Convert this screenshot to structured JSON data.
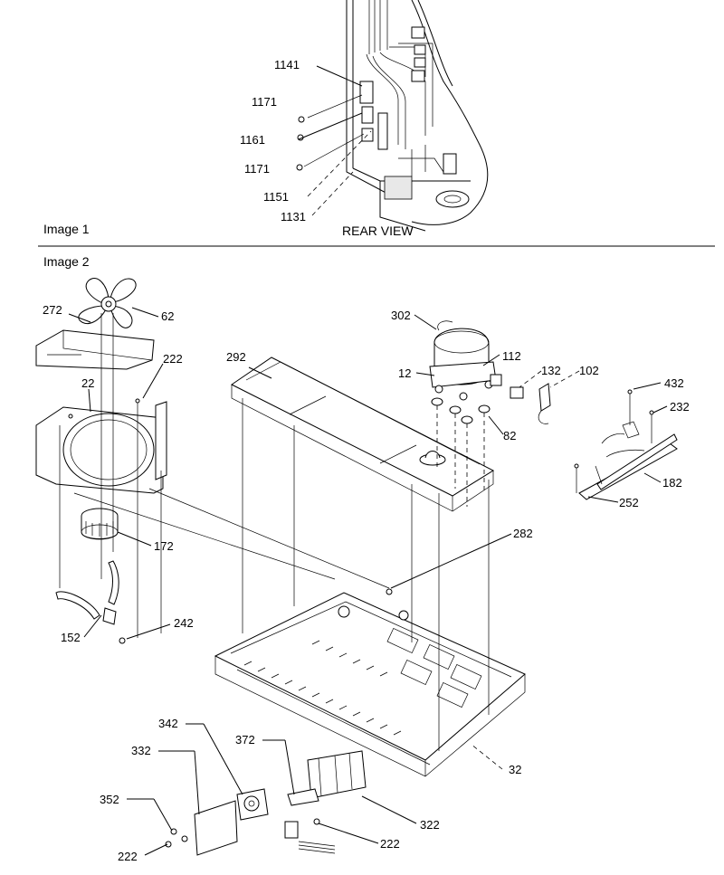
{
  "sections": {
    "image1_title": "Image 1",
    "image2_title": "Image 2",
    "rear_view_caption": "REAR VIEW"
  },
  "callouts": {
    "c1141": "1141",
    "c1171a": "1171",
    "c1161": "1161",
    "c1171b": "1171",
    "c1151": "1151",
    "c1131": "1131",
    "c272": "272",
    "c62": "62",
    "c222a": "222",
    "c22": "22",
    "c172": "172",
    "c152": "152",
    "c242": "242",
    "c292": "292",
    "c302": "302",
    "c112": "112",
    "c12": "12",
    "c132": "132",
    "c102": "102",
    "c82": "82",
    "c432": "432",
    "c232": "232",
    "c182": "182",
    "c252": "252",
    "c282": "282",
    "c32": "32",
    "c342": "342",
    "c332": "332",
    "c372": "372",
    "c352": "352",
    "c322": "322",
    "c222b": "222",
    "c222c": "222"
  }
}
